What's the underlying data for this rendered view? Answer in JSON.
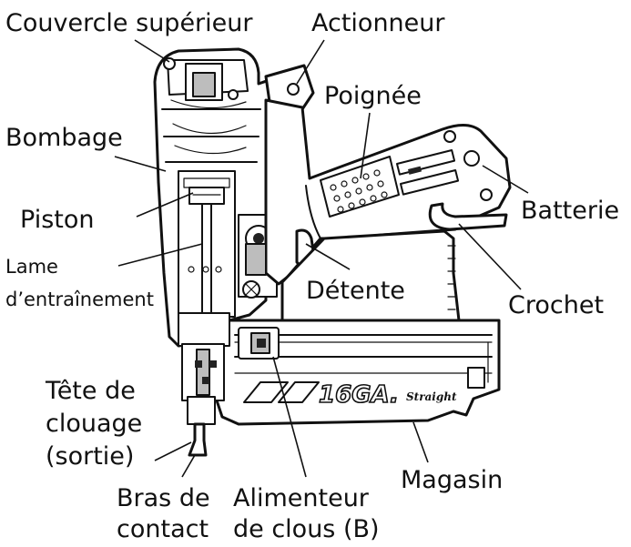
{
  "labels": {
    "top_cover": "Couvercle supérieur",
    "actuator": "Actionneur",
    "handle": "Poignée",
    "bumper": "Bombage",
    "battery": "Batterie",
    "piston": "Piston",
    "driver_blade_line1": "Lame",
    "driver_blade_line2": "d’entraînement",
    "trigger": "Détente",
    "hook": "Crochet",
    "nose_line1": "Tête de",
    "nose_line2": "clouage",
    "nose_line3": "(sortie)",
    "contact_arm_line1": "Bras de",
    "contact_arm_line2": "contact",
    "feeder_line1": "Alimenteur",
    "feeder_line2": "de clous (B)",
    "magazine": "Magasin"
  },
  "magazine_marking": {
    "gauge": "16GA.",
    "style": "Straight"
  }
}
